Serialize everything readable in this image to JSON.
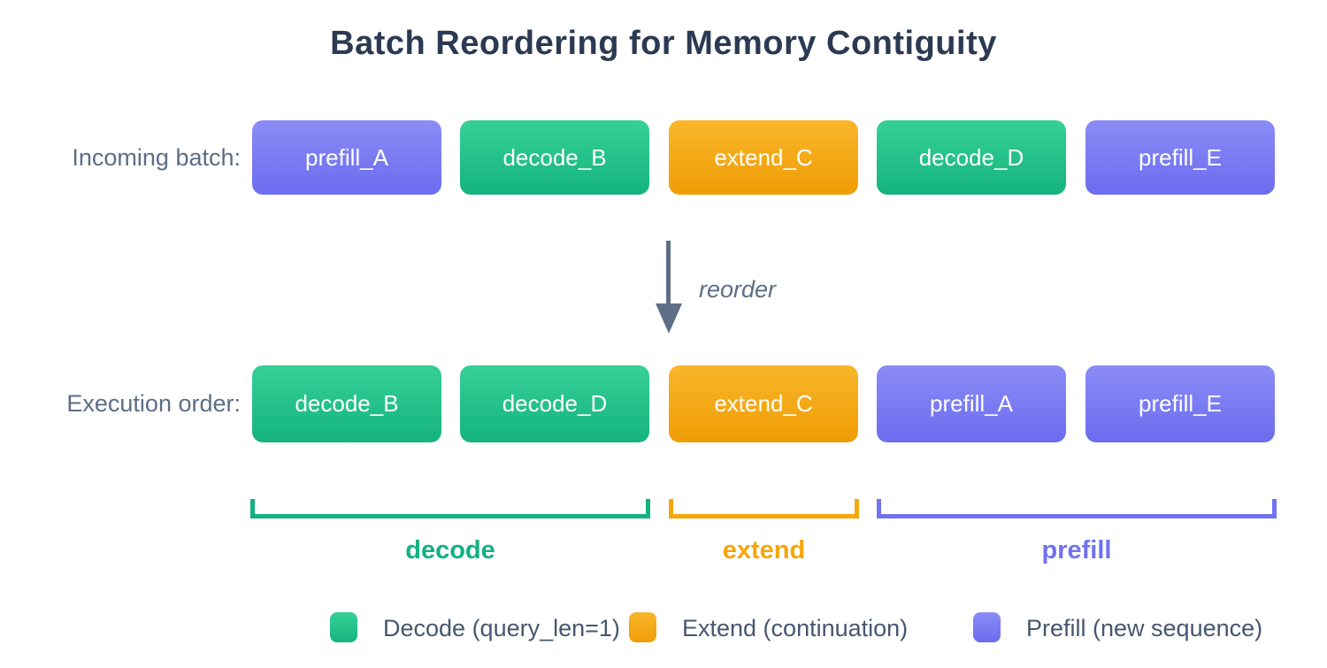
{
  "title": "Batch Reordering for Memory Contiguity",
  "rows": {
    "incoming": {
      "label": "Incoming batch:",
      "boxes": [
        {
          "label": "prefill_A",
          "type": "prefill"
        },
        {
          "label": "decode_B",
          "type": "decode"
        },
        {
          "label": "extend_C",
          "type": "extend"
        },
        {
          "label": "decode_D",
          "type": "decode"
        },
        {
          "label": "prefill_E",
          "type": "prefill"
        }
      ]
    },
    "execution": {
      "label": "Execution order:",
      "boxes": [
        {
          "label": "decode_B",
          "type": "decode"
        },
        {
          "label": "decode_D",
          "type": "decode"
        },
        {
          "label": "extend_C",
          "type": "extend"
        },
        {
          "label": "prefill_A",
          "type": "prefill"
        },
        {
          "label": "prefill_E",
          "type": "prefill"
        }
      ]
    }
  },
  "arrow": {
    "label": "reorder"
  },
  "groups": [
    {
      "label": "decode",
      "color": "#12b182"
    },
    {
      "label": "extend",
      "color": "#f5a60a"
    },
    {
      "label": "prefill",
      "color": "#6f71f1"
    }
  ],
  "legend": [
    {
      "label": "Decode (query_len=1)",
      "color_top": "#36d096",
      "color_bottom": "#14b37f"
    },
    {
      "label": "Extend (continuation)",
      "color_top": "#f8b62a",
      "color_bottom": "#f09d06"
    },
    {
      "label": "Prefill (new sequence)",
      "color_top": "#8b8cf6",
      "color_bottom": "#6b6cef"
    }
  ],
  "colors": {
    "title_text": "#2b3a52",
    "row_label_text": "#5d6d87",
    "arrow": "#5d6e87",
    "legend_text": "#47566e",
    "background": "#ffffff"
  }
}
